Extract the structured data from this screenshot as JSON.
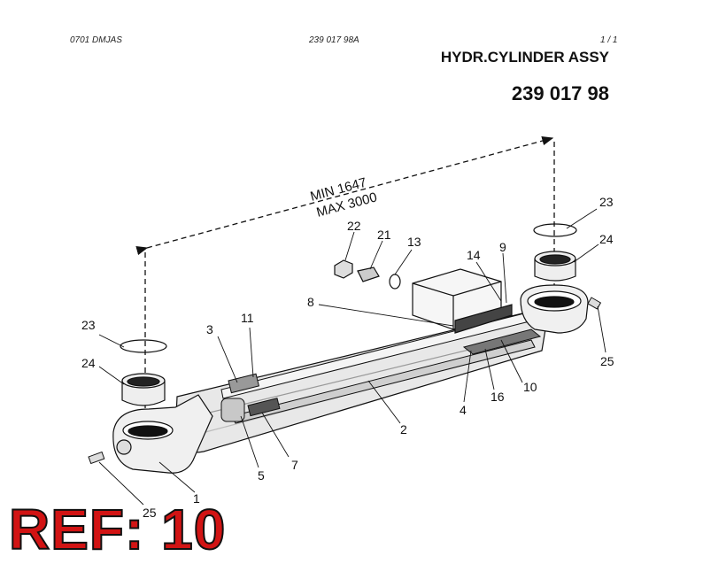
{
  "header": {
    "doc_code": "0701 DMJAS",
    "doc_ref": "239 017 98A",
    "page": "1 /   1",
    "title": "HYDR.CYLINDER ASSY",
    "part_number": "239 017 98"
  },
  "dimension": {
    "min": "MIN 1647",
    "max": "MAX 3000"
  },
  "callouts": {
    "c1": "1",
    "c2": "2",
    "c3": "3",
    "c4": "4",
    "c5": "5",
    "c7": "7",
    "c8": "8",
    "c9": "9",
    "c10": "10",
    "c11": "11",
    "c13": "13",
    "c14": "14",
    "c16": "16",
    "c21": "21",
    "c22": "22",
    "c23a": "23",
    "c23b": "23",
    "c24a": "24",
    "c24b": "24",
    "c25a": "25",
    "c25b": "25"
  },
  "badge": {
    "text": "REF: 10",
    "color": "#d21414"
  }
}
